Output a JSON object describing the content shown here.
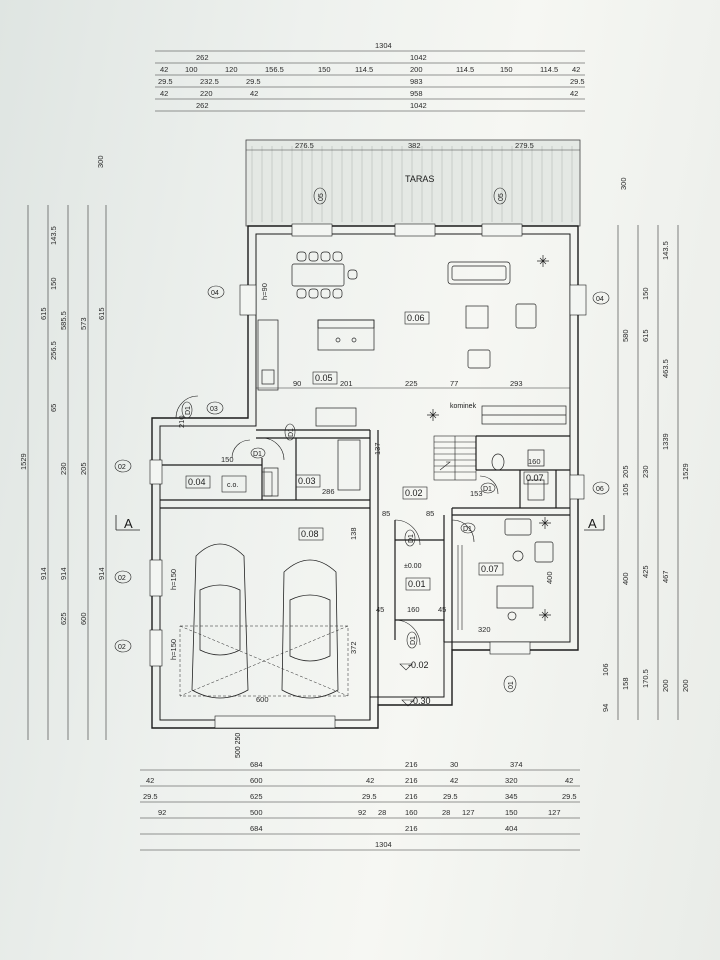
{
  "drawing": {
    "top_dims": {
      "row1": [
        "1304"
      ],
      "row2": [
        "262",
        "1042"
      ],
      "row3": [
        "42",
        "100",
        "120",
        "156.5",
        "150",
        "114.5",
        "200",
        "114.5",
        "150",
        "114.5",
        "42"
      ],
      "row4": [
        "29.5",
        "232.5",
        "29.5",
        "983",
        "29.5"
      ],
      "row5": [
        "42",
        "220",
        "42",
        "958",
        "42"
      ],
      "row6": [
        "262",
        "1042"
      ]
    },
    "terrace": {
      "label": "TARAS",
      "left_w": "276.5",
      "right_w": "279.5",
      "mid_w": "382",
      "depth": "300"
    },
    "rooms": {
      "r0_06": "0.06",
      "r0_05": "0.05",
      "r0_03": "0.03",
      "r0_04": "0.04",
      "co": "c.o.",
      "r0_02": "0.02",
      "r0_08": "0.08",
      "r0_01": "0.01",
      "r0_07a": "0.07",
      "r0_07b": "0.07",
      "kominek": "kominek"
    },
    "window_tags": {
      "w01": "01",
      "w02a": "02",
      "w02b": "02",
      "w02c": "02",
      "w03": "03",
      "w04a": "04",
      "w04b": "04",
      "w05a": "05",
      "w05b": "05",
      "w06": "06"
    },
    "door_tags": {
      "d1": "D1",
      "d2": "D1",
      "d3": "D1",
      "d4": "D1",
      "d5": "D1",
      "d6": "D1",
      "d7": "D1"
    },
    "levels": {
      "minus002": "-0.02",
      "minus030": "-0.30",
      "zero": "±0.00"
    },
    "section_marks": {
      "left": "A",
      "right": "A"
    },
    "inner_dims": {
      "d90a": "90",
      "d201": "201",
      "d225": "225",
      "d77": "77",
      "d293": "293",
      "d150": "150",
      "d286": "286",
      "d85a": "85",
      "d85b": "85",
      "d153": "153",
      "d160a": "160",
      "d600": "600",
      "d372": "372",
      "d138": "138",
      "d320": "320",
      "d400": "400",
      "d160b": "160",
      "d45a": "45",
      "d45b": "45",
      "d137": "137",
      "d210": "210",
      "h90": "h=90",
      "h150a": "h=150",
      "h150b": "h=150"
    },
    "left_dims": {
      "d1529": "1529",
      "d914a": "914",
      "d914b": "914",
      "d914c": "914",
      "d615a": "615",
      "d615b": "615",
      "d573": "573",
      "d585_5": "585.5",
      "d256_5": "256.5",
      "d150": "150",
      "d143_5": "143.5",
      "d230": "230",
      "d205": "205",
      "d65": "65",
      "d625": "625",
      "d600": "600"
    },
    "right_dims": {
      "d1529": "1529",
      "d1339": "1339",
      "d615": "615",
      "d580": "580",
      "d463_5": "463.5",
      "d150": "150",
      "d143_5": "143.5",
      "d300": "300",
      "d230": "230",
      "d205": "205",
      "d105": "105",
      "d467": "467",
      "d425": "425",
      "d400": "400",
      "d200a": "200",
      "d200b": "200",
      "d170_5": "170.5",
      "d158": "158",
      "d94": "94",
      "d106": "106"
    },
    "bottom_dims": {
      "row1": [
        "684",
        "216",
        "30",
        "374"
      ],
      "row2": [
        "42",
        "600",
        "42",
        "216",
        "42",
        "320",
        "42"
      ],
      "row3": [
        "29.5",
        "625",
        "29.5",
        "216",
        "29.5",
        "345",
        "29.5"
      ],
      "row4": [
        "92",
        "500",
        "92",
        "28",
        "160",
        "28",
        "127",
        "150",
        "127"
      ],
      "row5": [
        "684",
        "216",
        "404"
      ],
      "row6": [
        "1304"
      ]
    },
    "garage_door": "500 250"
  }
}
